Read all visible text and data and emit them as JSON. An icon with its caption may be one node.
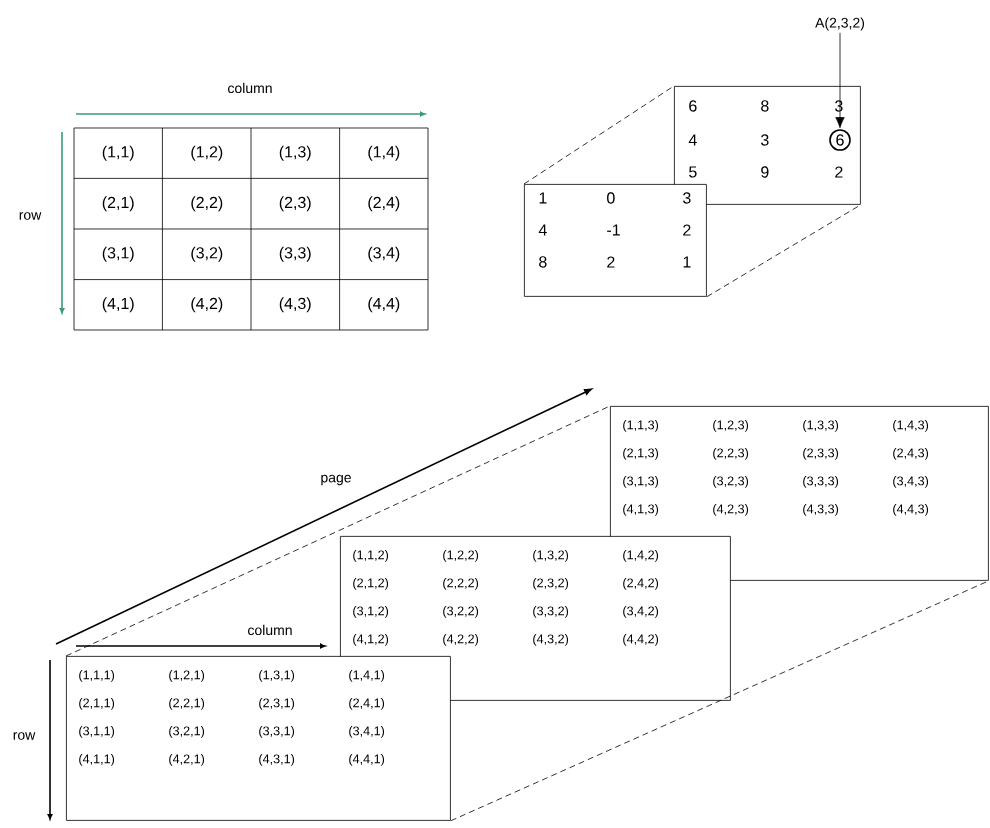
{
  "diagram": {
    "nodes": [
      {
        "text": [
          "A(2,3,2)"
        ]
      },
      {
        "text": [
          "6",
          "8",
          "3",
          "4",
          "3",
          "5",
          "9",
          "2"
        ]
      },
      {
        "text": [
          "6"
        ],
        "in": 1
      },
      {
        "text": [
          "1",
          "0",
          "3",
          "4",
          "-1",
          "2",
          "8",
          "2",
          "1"
        ]
      },
      {
        "text": [
          "(1,1,3)",
          "(1,2,3)",
          "(1,3,3)",
          "(1,4,3)",
          "(2,1,3)",
          "(2,2,3)",
          "(2,3,3)",
          "(2,4,3)",
          "(3,1,3)",
          "(3,2,3)",
          "(3,3,3)",
          "(3,4,3)",
          "(4,1,3)",
          "(4,2,3)",
          "(4,3,3)",
          "(4,4,3)"
        ]
      },
      {
        "text": [
          "(1,1,2)",
          "(1,2,2)",
          "(1,3,2)",
          "(1,4,2)",
          "(2,1,2)",
          "(2,2,2)",
          "(2,3,2)",
          "(2,4,2)",
          "(3,1,2)",
          "(3,2,2)",
          "(3,3,2)",
          "(3,4,2)",
          "(4,1,2)",
          "(4,2,2)",
          "(4,3,2)",
          "(4,4,2)"
        ]
      },
      {
        "text": [
          "(1,1,1)",
          "(1,2,1)",
          "(1,3,1)",
          "(1,4,1)",
          "(2,1,1)",
          "(2,2,1)",
          "(2,3,1)",
          "(2,4,1)",
          "(3,1,1)",
          "(3,2,1)",
          "(3,3,1)",
          "(3,4,1)",
          "(4,1,1)",
          "(4,2,1)",
          "(4,3,1)",
          "(4,4,1)"
        ]
      }
    ],
    "edges": [
      {
        "from": 0,
        "to": 2,
        "arrow": "to"
      },
      {
        "from": 3,
        "to": 1,
        "arrow": "none",
        "style": "dashed"
      },
      {
        "from": 3,
        "to": 1,
        "arrow": "none",
        "style": "dashed"
      },
      {
        "from": 6,
        "to": 4,
        "arrow": "none",
        "style": "dashed"
      },
      {
        "from": 6,
        "to": 4,
        "arrow": "none",
        "style": "dashed"
      }
    ],
    "labels": [
      "column",
      "row",
      "(1,1)",
      "(1,2)",
      "(1,3)",
      "(1,4)",
      "(2,1)",
      "(2,2)",
      "(2,3)",
      "(2,4)",
      "(3,1)",
      "(3,2)",
      "(3,3)",
      "(3,4)",
      "(4,1)",
      "(4,2)",
      "(4,3)",
      "(4,4)",
      "page",
      "column",
      "row"
    ]
  }
}
